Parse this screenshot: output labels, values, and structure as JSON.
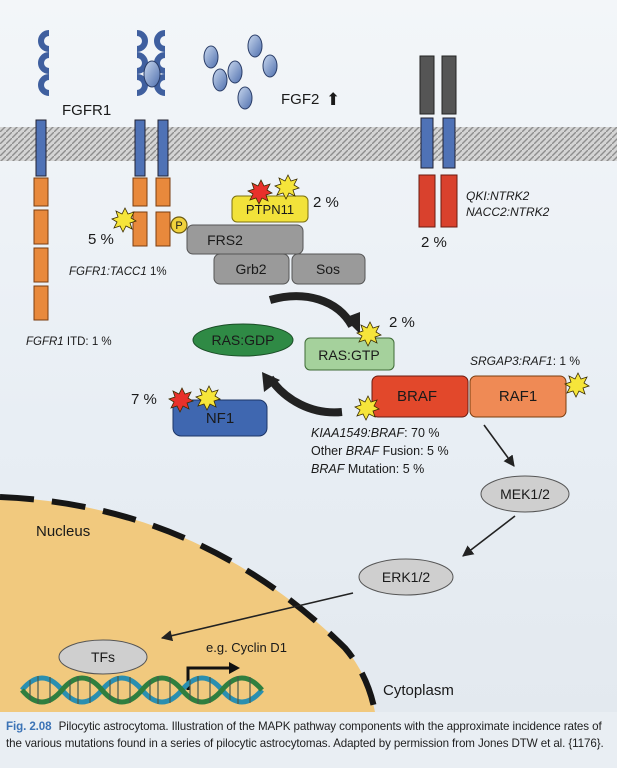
{
  "labels": {
    "fgfr1": "FGFR1",
    "fgf2": "FGF2",
    "fgf2_arrow": "⬆",
    "ptpn11": "PTPN11",
    "ptpn11_pct": "2 %",
    "p_badge": "P",
    "frs2": "FRS2",
    "grb2": "Grb2",
    "sos": "Sos",
    "fgfr1_pct": "5 %",
    "fgfr1_tacc1": "FGFR1:TACC1",
    "fgfr1_tacc1_pct": " 1%",
    "fgfr1_itd": "FGFR1",
    "fgfr1_itd_suffix": " ITD: 1 %",
    "qki_ntrk2": "QKI:NTRK2",
    "nacc2_ntrk2": "NACC2:NTRK2",
    "ntrk2_pct": "2 %",
    "ras_gdp": "RAS:GDP",
    "ras_gtp": "RAS:GTP",
    "ras_pct": "2 %",
    "nf1": "NF1",
    "nf1_pct": "7 %",
    "braf": "BRAF",
    "raf1": "RAF1",
    "srgap3_raf1": "SRGAP3:RAF1",
    "srgap3_raf1_pct": ": 1 %",
    "kiaa1549_braf": "KIAA1549:BRAF",
    "kiaa1549_braf_pct": ": 70 %",
    "other_fusion_a": "Other ",
    "other_fusion_b": "BRAF",
    "other_fusion_c": " Fusion: 5 %",
    "braf_mut_a": "BRAF",
    "braf_mut_b": " Mutation: 5 %",
    "mek": "MEK1/2",
    "erk": "ERK1/2",
    "nucleus": "Nucleus",
    "tfs": "TFs",
    "cyclin": "e.g. Cyclin D1",
    "cytoplasm": "Cytoplasm"
  },
  "caption": {
    "fig_no": "Fig. 2.08",
    "text": "Pilocytic astrocytoma. Illustration of the MAPK pathway components with the approximate incidence rates of the various mutations found in a series of pilocytic astrocytomas. Adapted by permission from Jones DTW et al. {1176}."
  },
  "colors": {
    "receptor_blue": "#4f72b6",
    "receptor_orange": "#e8893c",
    "ntrk_red": "#d9412d",
    "ptpn11_yellow": "#f2e23a",
    "grey_box": "#9a9a9a",
    "ras_gdp_green": "#2f8a45",
    "ras_gtp_green": "#a5d19c",
    "nf1_blue": "#3f67b0",
    "braf_red": "#e2482b",
    "raf1_orange": "#ef8a55",
    "ellipse_grey": "#cfcfcf",
    "caption_blue": "#3b73b6"
  }
}
